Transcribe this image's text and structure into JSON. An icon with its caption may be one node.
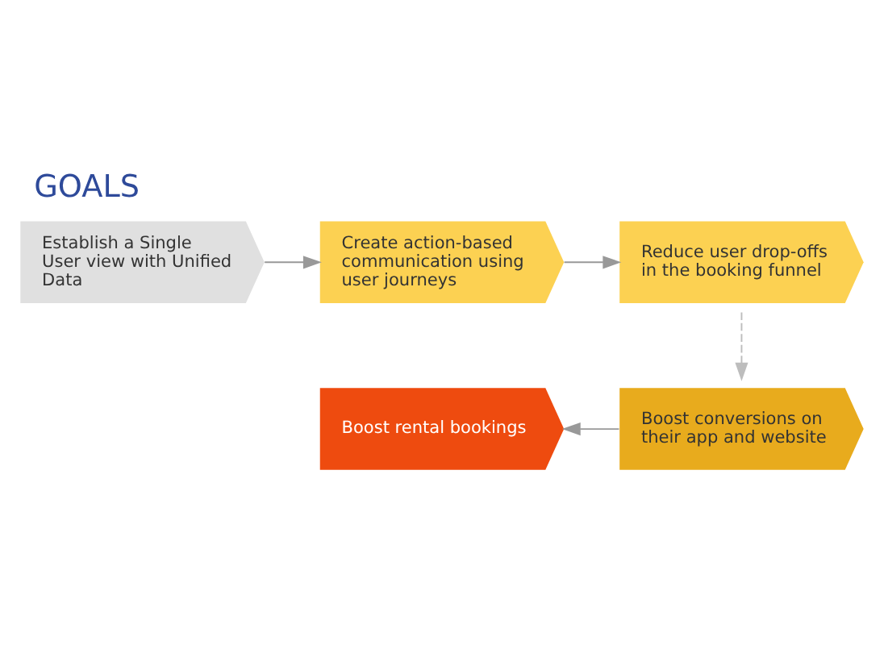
{
  "diagram": {
    "title": "GOALS",
    "nodes": [
      {
        "text": [
          "Establish a Single User view with Unified Data"
        ]
      },
      {
        "text": [
          "Create action-based communication using user journeys"
        ]
      },
      {
        "text": [
          "Reduce user drop-offs in the booking funnel"
        ]
      },
      {
        "text": [
          "Boost rental bookings"
        ]
      },
      {
        "text": [
          "Boost conversions on their app and website"
        ]
      }
    ],
    "edges": [
      {
        "from": 0,
        "to": 1,
        "arrow": "to"
      },
      {
        "from": 1,
        "to": 2,
        "arrow": "to"
      },
      {
        "from": 2,
        "to": 4,
        "arrow": "to",
        "style": "dashed",
        "color": "#bdbdbd"
      },
      {
        "from": 4,
        "to": 3,
        "arrow": "to"
      }
    ]
  }
}
